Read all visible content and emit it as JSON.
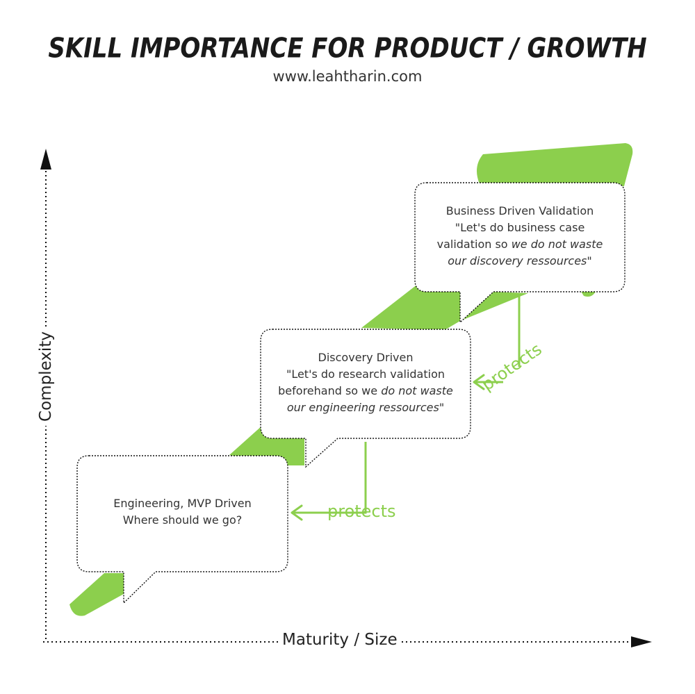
{
  "header": {
    "title": "SKILL IMPORTANCE FOR PRODUCT / GROWTH",
    "subtitle": "www.leahtharin.com"
  },
  "axes": {
    "x_label": "Maturity / Size",
    "y_label": "Complexity"
  },
  "colors": {
    "accent": "#8ccf4d",
    "text": "#333333",
    "axis": "#111111"
  },
  "stages": [
    {
      "heading": "Engineering, MVP Driven",
      "line1": "Where should we go?"
    },
    {
      "heading": "Discovery Driven",
      "line1": "\"Let's do research validation",
      "line2_plain": "beforehand so we ",
      "line2_em": "do not waste",
      "line3_em": "our engineering ressources",
      "line3_end": "\""
    },
    {
      "heading": "Business Driven Validation",
      "line1": "\"Let's do business case",
      "line2_plain": "validation so ",
      "line2_em": "we do not waste",
      "line3_em": "our discovery ressources",
      "line3_end": "\""
    }
  ],
  "relations": [
    {
      "label": "protects"
    },
    {
      "label": "protects"
    }
  ]
}
